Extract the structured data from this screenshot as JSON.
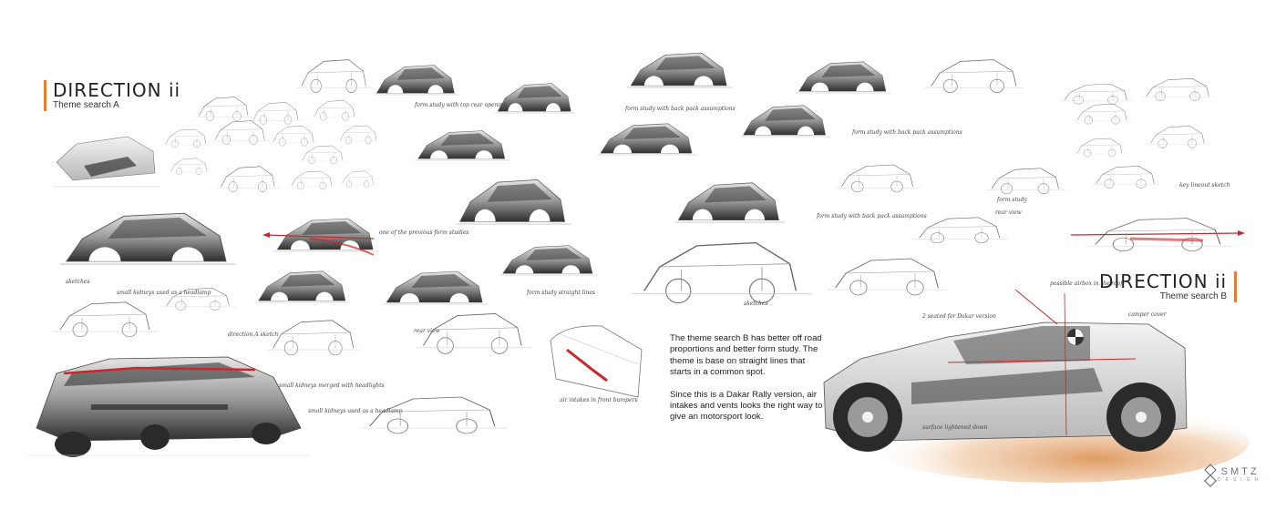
{
  "board": {
    "direction_a": {
      "title": "DIRECTION ii",
      "subtitle": "Theme search A"
    },
    "direction_b": {
      "title": "DIRECTION ii",
      "subtitle": "Theme search B"
    },
    "description": {
      "p1": "The theme search B has better off road proportions and better form study. The theme is base on straight lines that starts in a common spot.",
      "p2": "Since this is a Dakar Rally version, air intakes and vents looks the right way to give an motorsport look."
    },
    "notes": {
      "n1": "form study with top rear opening",
      "n2": "form study with back pack assumptions",
      "n3": "form study with back pack assumptions",
      "n4": "form study with back pack assumptions",
      "n5": "form study",
      "n6": "one of the previous form studies",
      "n7": "rear view",
      "n8": "form study straight lines",
      "n9": "sketches",
      "n10": "small kidneys used as a headlamp",
      "n11": "rear view",
      "n12": "direction A sketch",
      "n13": "small kidneys merged with headlights",
      "n14": "small kidneys used as a headlamp",
      "n15": "air intakes in front bumpers",
      "n16": "sketches",
      "n17": "possible airbox in the roof",
      "n18": "2 seated for Dakar version",
      "n19": "camper cover",
      "n20": "surface lightened down",
      "n21": "key lineout sketch"
    },
    "colors": {
      "accent": "#f07d1a",
      "sketch_red": "#c8282d",
      "dust": "#d98a4a"
    },
    "logo": {
      "word": "SMTZ",
      "sub": "DESIGN"
    }
  }
}
